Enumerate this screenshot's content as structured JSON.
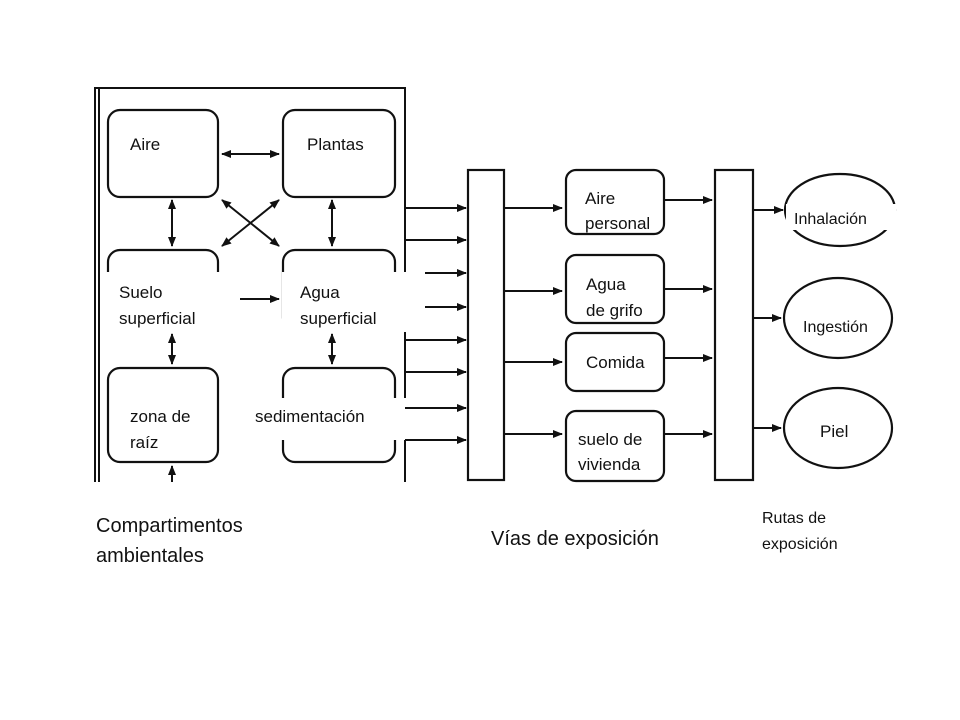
{
  "compartments": {
    "aire": "Aire",
    "plantas": "Plantas",
    "suelo_1": "Suelo",
    "suelo_2": "superficial",
    "agua_1": "Agua",
    "agua_2": "superficial",
    "zona_1": "zona de",
    "zona_2": "raíz",
    "sedimentacion": "sedimentación"
  },
  "pathways": {
    "aire_1": "Aire",
    "aire_2": "personal",
    "agua_1": "Agua",
    "agua_2": "de grifo",
    "comida": "Comida",
    "suelo_1": "suelo de",
    "suelo_2": "vivienda"
  },
  "routes": {
    "inhalacion": "Inhalación",
    "ingestion": "Ingestión",
    "piel": "Piel"
  },
  "captions": {
    "compartimentos_1": "Compartimentos",
    "compartimentos_2": "ambientales",
    "vias": "Vías de exposición",
    "rutas_1": "Rutas de",
    "rutas_2": "exposición"
  }
}
